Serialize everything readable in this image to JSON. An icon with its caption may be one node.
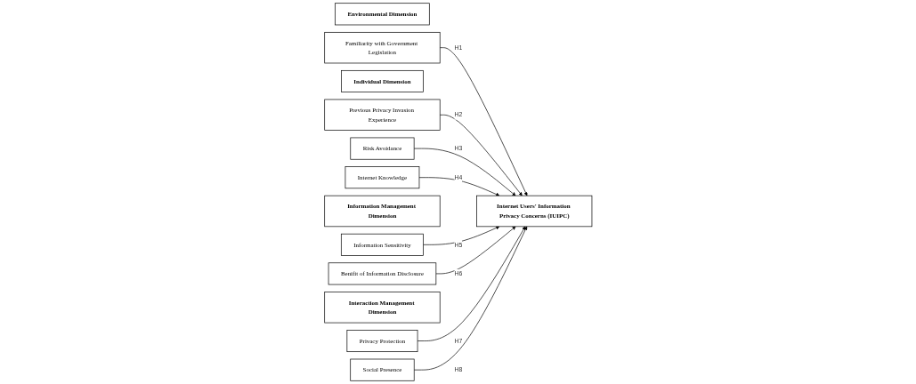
{
  "diagram": {
    "nodes": [
      {
        "text": [
          "Environmental Dimension"
        ]
      },
      {
        "text": [
          "Familiarity with Government Legislation"
        ]
      },
      {
        "text": [
          "Individual Dimension"
        ]
      },
      {
        "text": [
          "Previous Privacy Invasion Experience"
        ]
      },
      {
        "text": [
          "Risk Avoidance"
        ]
      },
      {
        "text": [
          "Internet Knowledge"
        ]
      },
      {
        "text": [
          "Internet Users' Information Privacy Concerns (IUIPC)"
        ]
      },
      {
        "text": [
          "Information Management Dimension"
        ]
      },
      {
        "text": [
          "Information Sensitivity"
        ]
      },
      {
        "text": [
          "Benifit of Information Disclosure"
        ]
      },
      {
        "text": [
          "Interaction Management Dimension"
        ]
      },
      {
        "text": [
          "Privacy Protection"
        ]
      },
      {
        "text": [
          "Social Presence"
        ]
      }
    ],
    "edges": [
      {
        "from": 1,
        "to": 6,
        "arrow": "to",
        "label": "H1"
      },
      {
        "from": 3,
        "to": 6,
        "arrow": "to",
        "label": "H2"
      },
      {
        "from": 4,
        "to": 6,
        "arrow": "to",
        "label": "H3"
      },
      {
        "from": 5,
        "to": 6,
        "arrow": "to",
        "label": "H4"
      },
      {
        "from": 8,
        "to": 6,
        "arrow": "to",
        "label": "H5"
      },
      {
        "from": 9,
        "to": 6,
        "arrow": "to",
        "label": "H6"
      },
      {
        "from": 11,
        "to": 6,
        "arrow": "to",
        "label": "H7"
      },
      {
        "from": 12,
        "to": 6,
        "arrow": "to",
        "label": "H8"
      }
    ]
  }
}
